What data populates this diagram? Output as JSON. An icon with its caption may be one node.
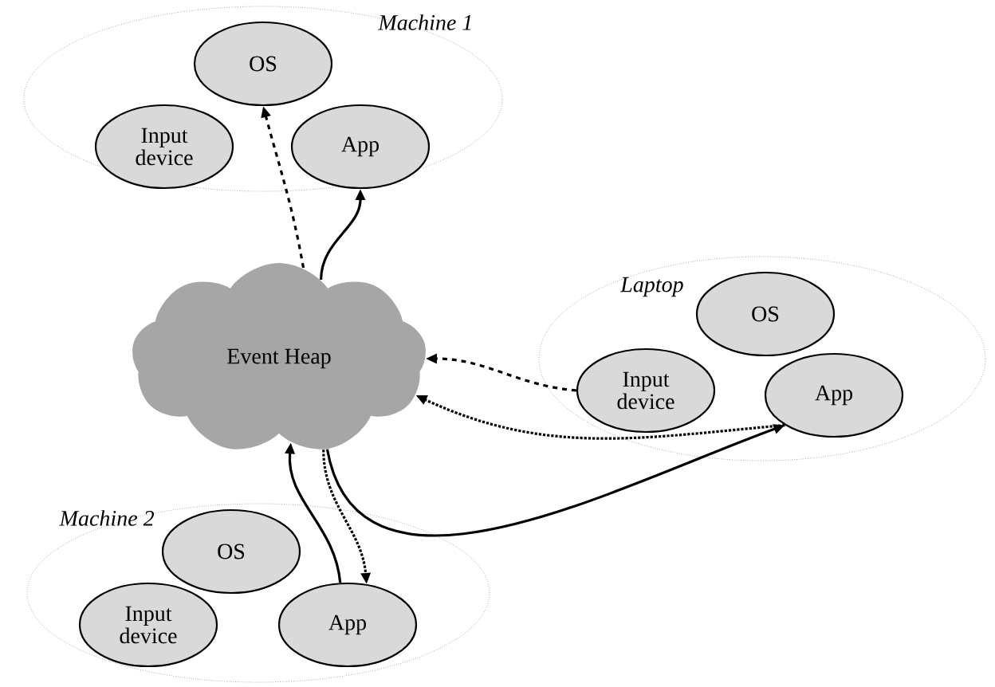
{
  "diagram": {
    "nodes": [
      {
        "text": [
          "Machine 1"
        ]
      },
      {
        "text": [
          "OS"
        ],
        "in": 0
      },
      {
        "text": [
          "Input device"
        ],
        "in": 0
      },
      {
        "text": [
          "App"
        ],
        "in": 0
      },
      {
        "text": [
          "Event Heap"
        ]
      },
      {
        "text": [
          "Laptop"
        ]
      },
      {
        "text": [
          "OS"
        ],
        "in": 5
      },
      {
        "text": [
          "Input device"
        ],
        "in": 5
      },
      {
        "text": [
          "App"
        ],
        "in": 5
      },
      {
        "text": [
          "Machine 2"
        ]
      },
      {
        "text": [
          "OS"
        ],
        "in": 9
      },
      {
        "text": [
          "Input device"
        ],
        "in": 9
      },
      {
        "text": [
          "App"
        ],
        "in": 9
      }
    ],
    "edges": [
      {
        "from": 4,
        "to": 1,
        "arrow": "to",
        "style": "dashed"
      },
      {
        "from": 4,
        "to": 3,
        "arrow": "to"
      },
      {
        "from": 7,
        "to": 4,
        "arrow": "to",
        "style": "dashed"
      },
      {
        "from": 8,
        "to": 4,
        "arrow": "to",
        "style": "dashed"
      },
      {
        "from": 4,
        "to": 8,
        "arrow": "to"
      },
      {
        "from": 12,
        "to": 4,
        "arrow": "to"
      },
      {
        "from": 4,
        "to": 12,
        "arrow": "to",
        "style": "dashed"
      }
    ]
  }
}
